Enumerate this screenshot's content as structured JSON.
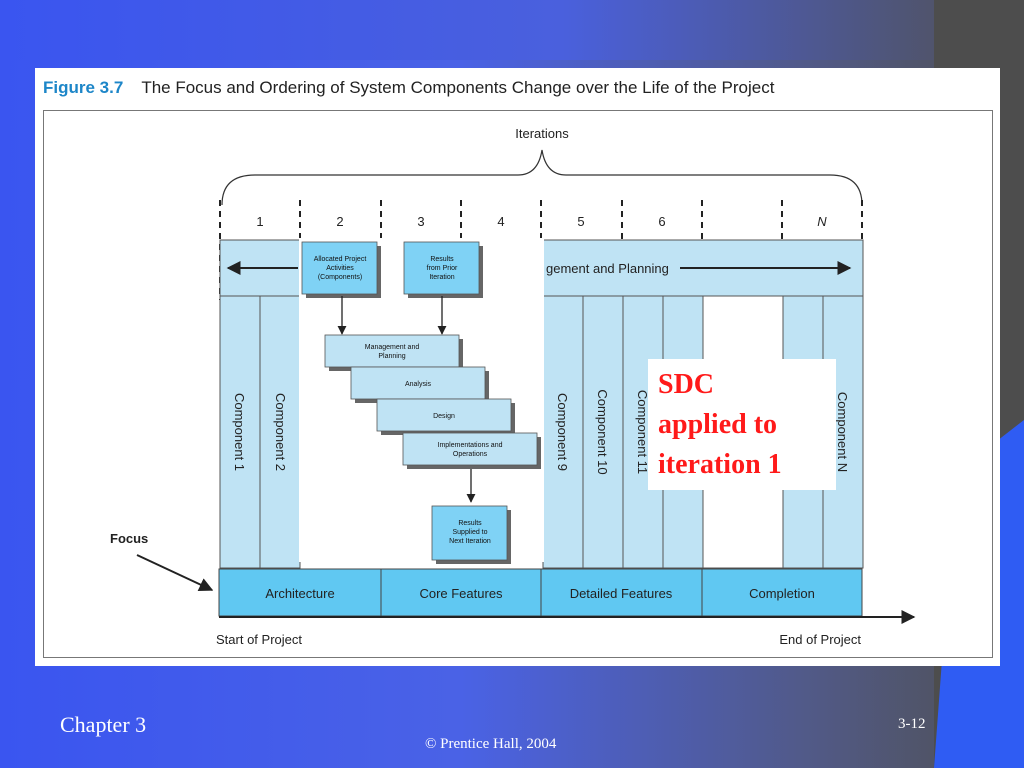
{
  "figure": {
    "number": "Figure 3.7",
    "title": "The Focus and Ordering of System Components Change over the Life of the Project",
    "iterations_label": "Iterations",
    "iterations": [
      "1",
      "2",
      "3",
      "4",
      "5",
      "6",
      "",
      "N"
    ],
    "mgmt_band_label": "gement and Planning",
    "components": [
      "Component 1",
      "Component 2",
      "Component 9",
      "Component 10",
      "Component 11",
      "Component N"
    ],
    "focus_label": "Focus",
    "phases": [
      "Architecture",
      "Core Features",
      "Detailed Features",
      "Completion"
    ],
    "start_label": "Start of Project",
    "end_label": "End of Project",
    "inset": {
      "allocated": [
        "Allocated Project",
        "Activities",
        "(Components)"
      ],
      "results_prior": [
        "Results",
        "from Prior",
        "Iteration"
      ],
      "steps": [
        [
          "Management and",
          "Planning"
        ],
        [
          "Analysis"
        ],
        [
          "Design"
        ],
        [
          "Implementations and",
          "Operations"
        ]
      ],
      "results_next": [
        "Results",
        "Supplied to",
        "Next Iteration"
      ]
    },
    "colors": {
      "light_blue": "#bfe3f4",
      "box_blue": "#7fd2f5",
      "phase_blue": "#60c8f2",
      "accent": "#1d86c8",
      "callout_red": "#ff1a1a"
    }
  },
  "callout": {
    "lines": [
      "SDC",
      "applied to",
      "iteration 1"
    ]
  },
  "footer": {
    "chapter": "Chapter 3",
    "copyright": "© Prentice Hall, 2004",
    "page": "3-12"
  }
}
